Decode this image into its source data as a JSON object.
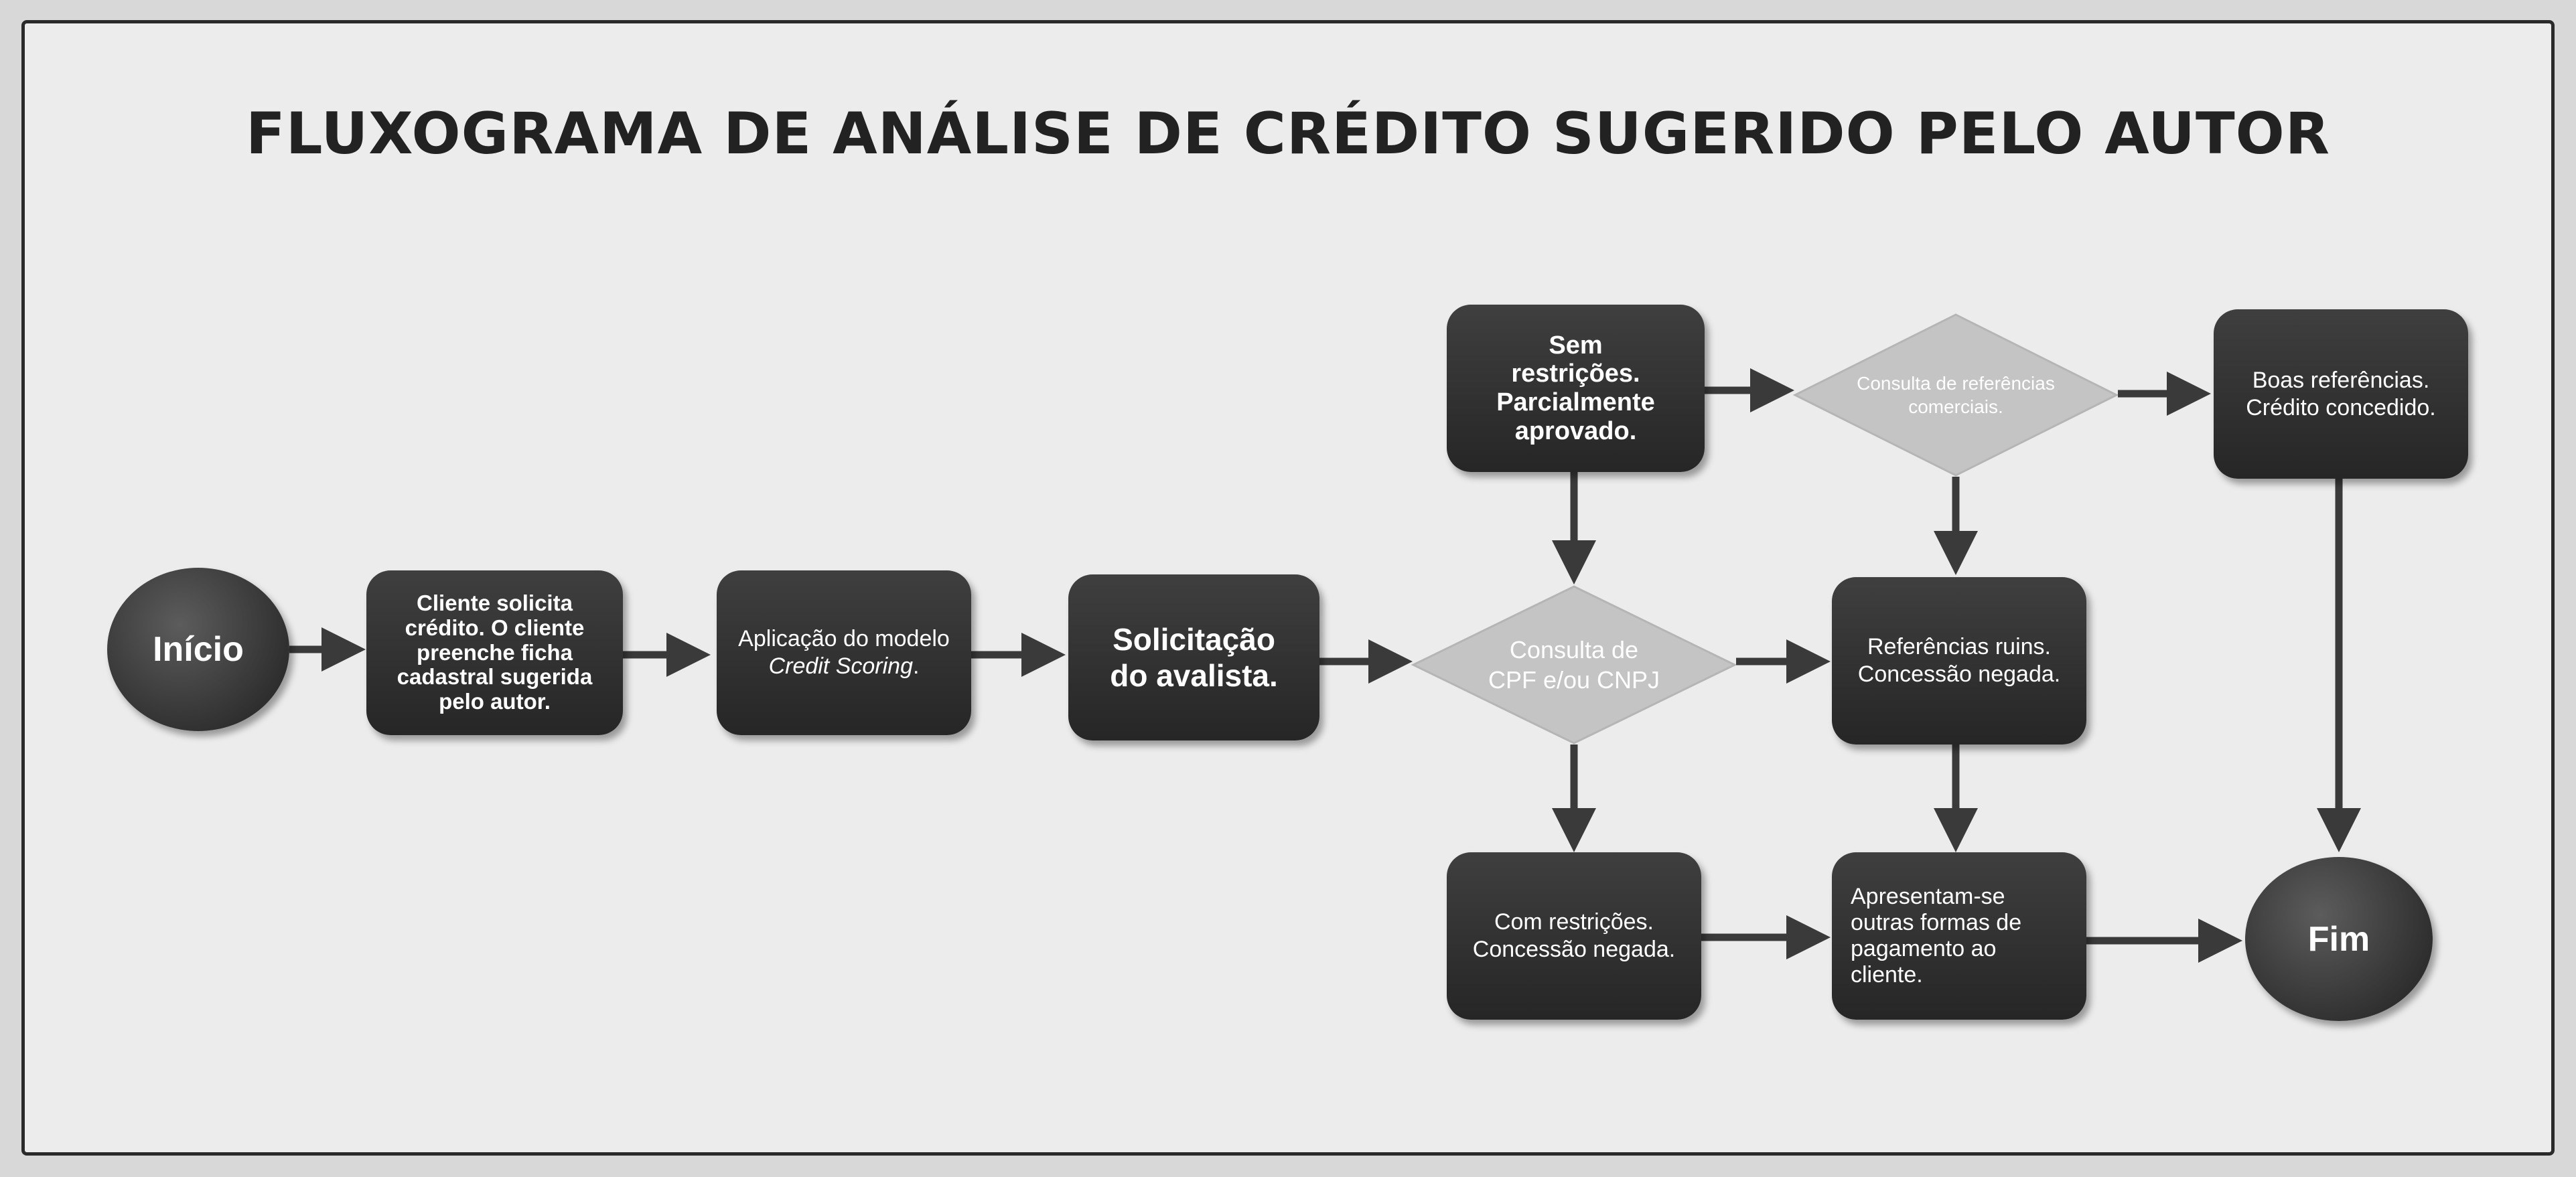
{
  "title": "FLUXOGRAMA DE ANÁLISE DE CRÉDITO SUGERIDO PELO AUTOR",
  "nodes": {
    "inicio": "Início",
    "cliente_solicita": "Cliente solicita\ncrédito. O cliente\npreenche ficha\ncadastral sugerida\npelo autor.",
    "aplicacao_modelo_prefix": "Aplicação do modelo",
    "aplicacao_modelo_italic": "Credit Scoring",
    "aplicacao_modelo_suffix": ".",
    "solicitacao_avalista": "Solicitação\ndo avalista.",
    "consulta_cpf": "Consulta de\nCPF e/ou CNPJ",
    "sem_restricoes": "Sem\nrestrições.\nParcialmente\naprovado.",
    "com_restricoes": "Com restrições.\nConcessão negada.",
    "consulta_referencias": "Consulta de referências\ncomerciais.",
    "referencias_ruins": "Referências ruins.\nConcessão negada.",
    "apresentam_se": "Apresentam-se\noutras formas de\npagamento ao\ncliente.",
    "boas_referencias": "Boas referências.\nCrédito concedido.",
    "fim": "Fim"
  },
  "colors": {
    "node_fill": "#333333",
    "diamond_fill": "#c2c2c2",
    "arrow": "#3a3a3a",
    "text": "#ffffff"
  }
}
